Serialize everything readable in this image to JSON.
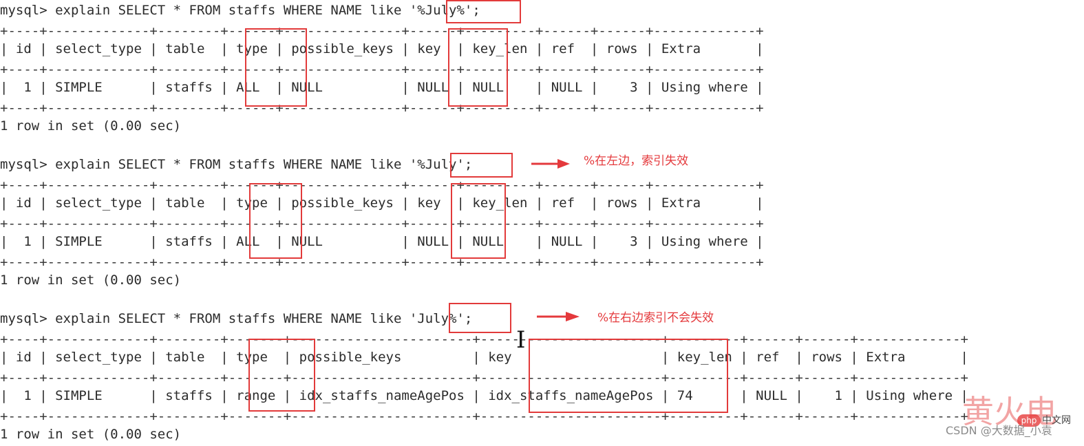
{
  "blocks": [
    {
      "command": "mysql> explain SELECT * FROM staffs WHERE NAME like '%July%';",
      "border": "+----+-------------+--------+------+---------------+------+---------+------+------+-------------+",
      "header": "| id | select_type | table  | type | possible_keys | key  | key_len | ref  | rows | Extra       |",
      "row": "|  1 | SIMPLE      | staffs | ALL  | NULL          | NULL | NULL    | NULL |    3 | Using where |",
      "footer": "1 row in set (0.00 sec)",
      "note": ""
    },
    {
      "command": "mysql> explain SELECT * FROM staffs WHERE NAME like '%July';",
      "border": "+----+-------------+--------+------+---------------+------+---------+------+------+-------------+",
      "header": "| id | select_type | table  | type | possible_keys | key  | key_len | ref  | rows | Extra       |",
      "row": "|  1 | SIMPLE      | staffs | ALL  | NULL          | NULL | NULL    | NULL |    3 | Using where |",
      "footer": "1 row in set (0.00 sec)",
      "note": "%在左边，索引失效"
    },
    {
      "command": "mysql> explain SELECT * FROM staffs WHERE NAME like 'July%';",
      "border": "+----+-------------+--------+-------+-----------------------+-----------------------+---------+------+------+-------------+",
      "header": "| id | select_type | table  | type  | possible_keys         | key                   | key_len | ref  | rows | Extra       |",
      "row": "|  1 | SIMPLE      | staffs | range | idx_staffs_nameAgePos | idx_staffs_nameAgePos | 74      | NULL |    1 | Using where |",
      "footer": "1 row in set (0.00 sec)",
      "note": "%在右边索引不会失效"
    }
  ],
  "watermark": {
    "big_text": "黄火电",
    "php_badge": "php",
    "cn_label": "中文网",
    "csdn": "CSDN @大数据_小袁"
  },
  "colors": {
    "highlight": "#e23a3a",
    "note": "#e4393c",
    "text": "#2b2b2b"
  }
}
